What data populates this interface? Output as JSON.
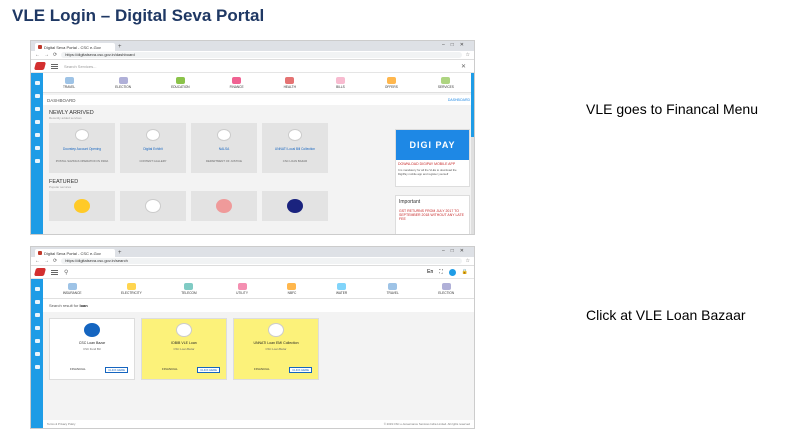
{
  "slide": {
    "title": "VLE Login – Digital Seva Portal",
    "caption1": "VLE goes to Financal Menu",
    "caption2": "Click at VLE Loan Bazaar"
  },
  "shot1": {
    "tab_label": "Digital Seva Portal - CSC e-Gov",
    "url": "https://digitalseva.csc.gov.in/dashboard",
    "search_placeholder": "Search Services...",
    "categories": [
      "TRAVEL",
      "ELECTION",
      "EDUCATION",
      "FINANCE",
      "HEALTH",
      "BILLS",
      "OFFERS",
      "SERVICES"
    ],
    "dashboard_label": "DASHBOARD",
    "breadcrumb": "DASHBOARD",
    "newly_arrived": "NEWLY ARRIVED",
    "newly_sub": "Recently added services",
    "cards": [
      {
        "name": "Doorstep Account Opening",
        "sub": "POSTAL SAVINGS OPERATION IN INDIA"
      },
      {
        "name": "Digital Exhibit",
        "sub": "CONTENT GALLERY"
      },
      {
        "name": "NALSA",
        "sub": "DEPARTMENT OF JUSTICE"
      },
      {
        "name": "UNNATI Local Bill Collection",
        "sub": "CSC LOAN BAZAR"
      }
    ],
    "digipay_banner": "DIGI PAY",
    "digipay_title": "DOWNLOAD DIGIPAY MOBILE APP",
    "digipay_sub": "It is mandatory for all the VLEs to download the DigiPay mobile app and register yourself",
    "featured": "FEATURED",
    "featured_sub": "Popular services",
    "important": "Important",
    "important_item": "GST RETURNS FROM JULY 2017 TO SEPTEMBER 2018 WITHOUT ANY LATE FEE"
  },
  "shot2": {
    "tab_label": "Digital Seva Portal - CSC e-Gov",
    "url": "https://digitalseva.csc.gov.in/search",
    "lang": "En",
    "categories": [
      "INSURANCE",
      "ELECTRICITY",
      "TELECOM",
      "UTILITY",
      "NBFC",
      "WATER",
      "TRAVEL",
      "ELECTION"
    ],
    "search_result_prefix": "Search result for",
    "search_term": "loan",
    "results": [
      {
        "name": "CSC Loan Bazar",
        "sub": "CSC Fund Biz",
        "category": "FINANCIAL",
        "button": "CLICK HERE",
        "style": "white"
      },
      {
        "name": "IDBIB VLE Loan",
        "sub": "CSC Loan Bazar",
        "category": "FINANCIAL",
        "button": "CLICK HERE",
        "style": "yellow"
      },
      {
        "name": "UNNATI Loan EMI Collection",
        "sub": "CSC Loan Bazar",
        "category": "FINANCIAL",
        "button": "CLICK HERE",
        "style": "yellow"
      }
    ],
    "footer_left": "Terms & Privacy Policy",
    "footer_right": "© 2019 CSC e-Governance Services India Limited. All rights reserved"
  }
}
